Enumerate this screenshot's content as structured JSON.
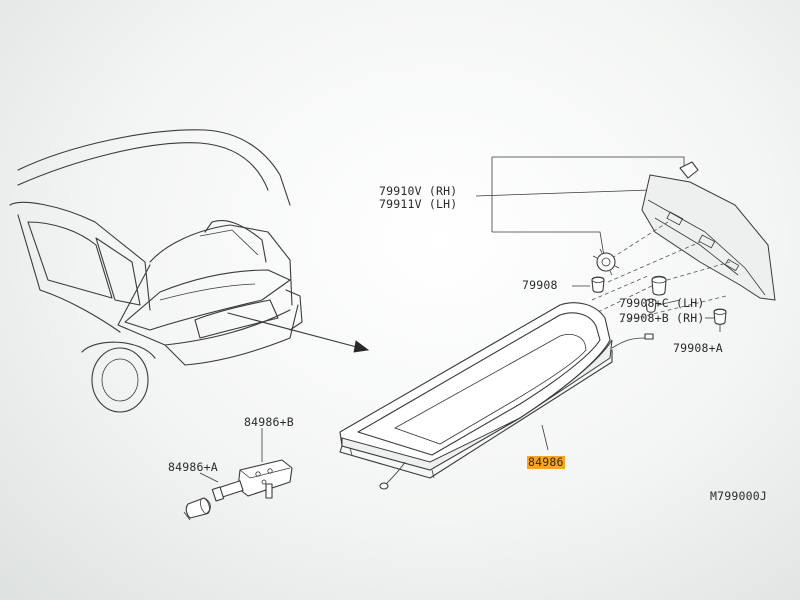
{
  "labels": {
    "rh": "79910V (RH)",
    "lh": "79911V (LH)",
    "clip": "79908",
    "clip_c": "79908+C (LH)",
    "clip_b": "79908+B (RH)",
    "clip_a": "79908+A",
    "holder_b": "84986+B",
    "holder_a": "84986+A",
    "board": "84986",
    "ref": "M799000J"
  },
  "colors": {
    "highlight": "#f6a623",
    "ink": "#2a2a2a",
    "paper": "#ffffff"
  }
}
